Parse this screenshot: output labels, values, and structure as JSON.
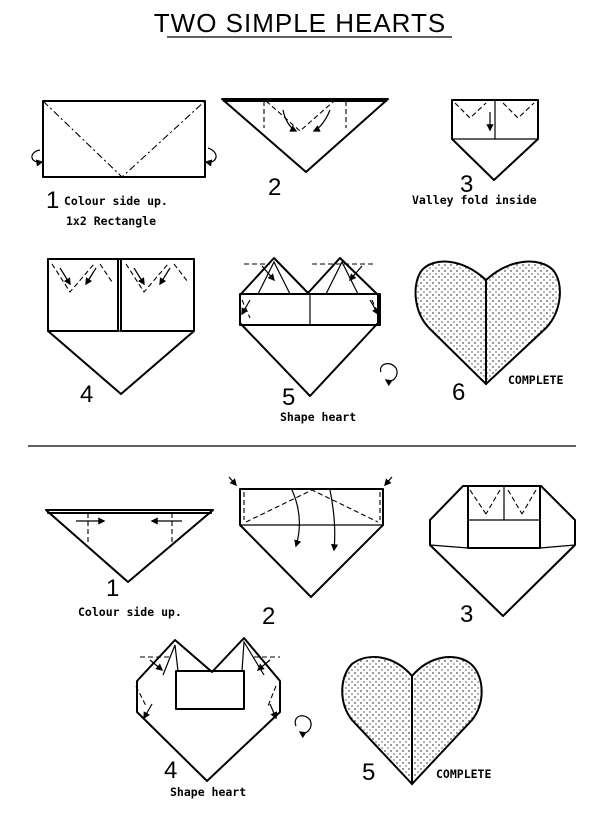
{
  "title": "TWO SIMPLE HEARTS",
  "top": {
    "steps": [
      {
        "num": "1",
        "caption": "Colour side up."
      },
      {
        "num": "2"
      },
      {
        "num": "3",
        "caption": "Valley fold inside"
      },
      {
        "num": "4"
      },
      {
        "num": "5",
        "caption": "Shape heart"
      },
      {
        "num": "6",
        "caption": "COMPLETE"
      }
    ],
    "step1_subcaption": "1x2 Rectangle"
  },
  "bottom": {
    "steps": [
      {
        "num": "1",
        "caption": "Colour side up."
      },
      {
        "num": "2"
      },
      {
        "num": "3"
      },
      {
        "num": "4",
        "caption": "Shape heart"
      },
      {
        "num": "5",
        "caption": "COMPLETE"
      }
    ]
  },
  "icons": [
    "turn-over-icon",
    "rotate-icon",
    "fold-arrow-icon"
  ]
}
